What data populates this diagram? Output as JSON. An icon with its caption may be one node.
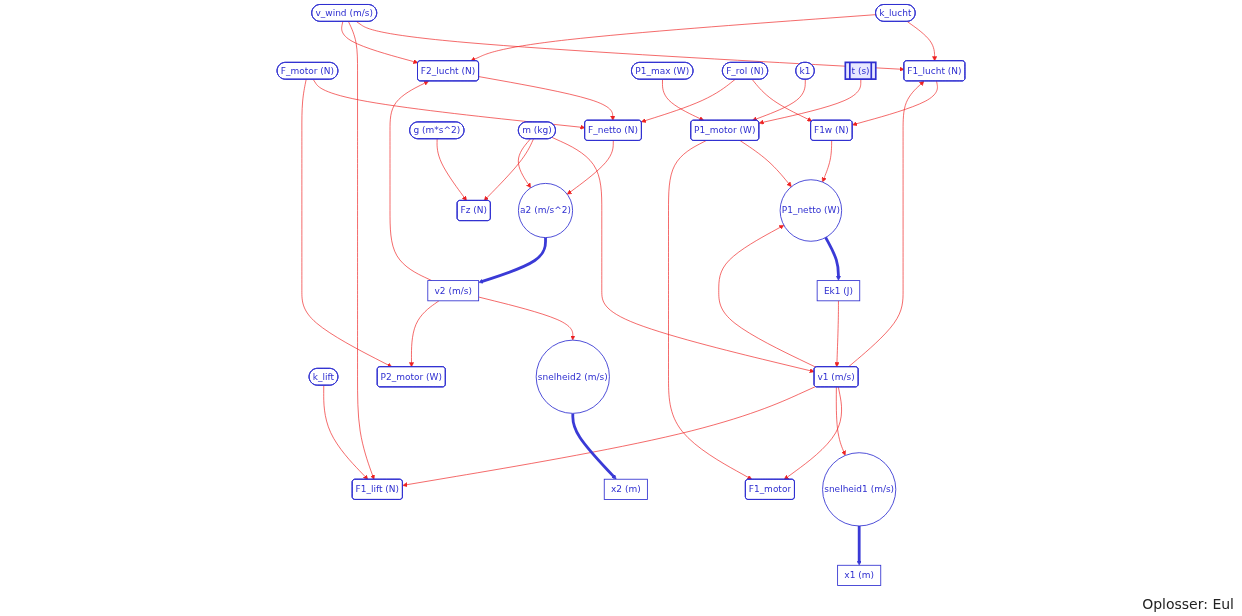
{
  "diagram": {
    "nodes": [
      {
        "text": [
          "t (s)"
        ]
      },
      {
        "text": [
          "P1_netto (W)"
        ]
      },
      {
        "text": [
          "Ek1 (J)"
        ]
      },
      {
        "text": [
          "m (kg)"
        ]
      },
      {
        "text": [
          "Fz (N)"
        ]
      },
      {
        "text": [
          "g (m*s^2)"
        ]
      },
      {
        "text": [
          "snelheid2 (m/s)"
        ]
      },
      {
        "text": [
          "x2 (m)"
        ]
      },
      {
        "text": [
          "P1_motor (W)"
        ]
      },
      {
        "text": [
          "F1_motor"
        ]
      },
      {
        "text": [
          "a2 (m/s^2)"
        ]
      },
      {
        "text": [
          "v2 (m/s)"
        ]
      },
      {
        "text": [
          "snelheid1 (m/s)"
        ]
      },
      {
        "text": [
          "x1 (m)"
        ]
      },
      {
        "text": [
          "v1 (m/s)"
        ]
      },
      {
        "text": [
          "k1"
        ]
      },
      {
        "text": [
          "F1w (N)"
        ]
      },
      {
        "text": [
          "F_rol (N)"
        ]
      },
      {
        "text": [
          "F_netto (N)"
        ]
      },
      {
        "text": [
          "P2_motor (W)"
        ]
      },
      {
        "text": [
          "P1_max (W)"
        ]
      },
      {
        "text": [
          "k_lift"
        ]
      },
      {
        "text": [
          "F1_lucht (N)"
        ]
      },
      {
        "text": [
          "F1_lift (N)"
        ]
      },
      {
        "text": [
          "k_lucht"
        ]
      },
      {
        "text": [
          "F2_lucht (N)"
        ]
      },
      {
        "text": [
          "F_motor (N)"
        ]
      },
      {
        "text": [
          "v_wind (m/s)"
        ]
      }
    ],
    "edges": [
      {
        "from": 0,
        "to": 8,
        "arrow": "to"
      },
      {
        "from": 8,
        "to": 1,
        "arrow": "to"
      },
      {
        "from": 8,
        "to": 9,
        "arrow": "to"
      },
      {
        "from": 15,
        "to": 8,
        "arrow": "to"
      },
      {
        "from": 20,
        "to": 8,
        "arrow": "to"
      },
      {
        "from": 16,
        "to": 1,
        "arrow": "to"
      },
      {
        "from": 14,
        "to": 1,
        "arrow": "to"
      },
      {
        "from": 2,
        "to": 14,
        "arrow": "to"
      },
      {
        "from": 3,
        "to": 14,
        "arrow": "to"
      },
      {
        "from": 3,
        "to": 4,
        "arrow": "to"
      },
      {
        "from": 5,
        "to": 4,
        "arrow": "to"
      },
      {
        "from": 3,
        "to": 10,
        "arrow": "to"
      },
      {
        "from": 14,
        "to": 9,
        "arrow": "to"
      },
      {
        "from": 14,
        "to": 12,
        "arrow": "to"
      },
      {
        "from": 14,
        "to": 22,
        "arrow": "to"
      },
      {
        "from": 14,
        "to": 23,
        "arrow": "to"
      },
      {
        "from": 17,
        "to": 16,
        "arrow": "to"
      },
      {
        "from": 17,
        "to": 18,
        "arrow": "to"
      },
      {
        "from": 22,
        "to": 16,
        "arrow": "to"
      },
      {
        "from": 21,
        "to": 23,
        "arrow": "to"
      },
      {
        "from": 24,
        "to": 22,
        "arrow": "to"
      },
      {
        "from": 24,
        "to": 25,
        "arrow": "to"
      },
      {
        "from": 27,
        "to": 22,
        "arrow": "to"
      },
      {
        "from": 27,
        "to": 23,
        "arrow": "to"
      },
      {
        "from": 27,
        "to": 25,
        "arrow": "to"
      },
      {
        "from": 18,
        "to": 10,
        "arrow": "to"
      },
      {
        "from": 11,
        "to": 6,
        "arrow": "to"
      },
      {
        "from": 11,
        "to": 19,
        "arrow": "to"
      },
      {
        "from": 11,
        "to": 25,
        "arrow": "to"
      },
      {
        "from": 26,
        "to": 18,
        "arrow": "to"
      },
      {
        "from": 26,
        "to": 19,
        "arrow": "to"
      },
      {
        "from": 25,
        "to": 18,
        "arrow": "to"
      },
      {
        "from": 1,
        "to": 2,
        "arrow": "to",
        "style": "thick",
        "color": "#3a3ad6"
      },
      {
        "from": 12,
        "to": 13,
        "arrow": "to",
        "style": "thick",
        "color": "#3a3ad6"
      },
      {
        "from": 10,
        "to": 11,
        "arrow": "to",
        "style": "thick",
        "color": "#3a3ad6"
      },
      {
        "from": 6,
        "to": 7,
        "arrow": "to",
        "style": "thick",
        "color": "#3a3ad6"
      }
    ],
    "labels": [
      "Oplosser: Eul"
    ]
  }
}
